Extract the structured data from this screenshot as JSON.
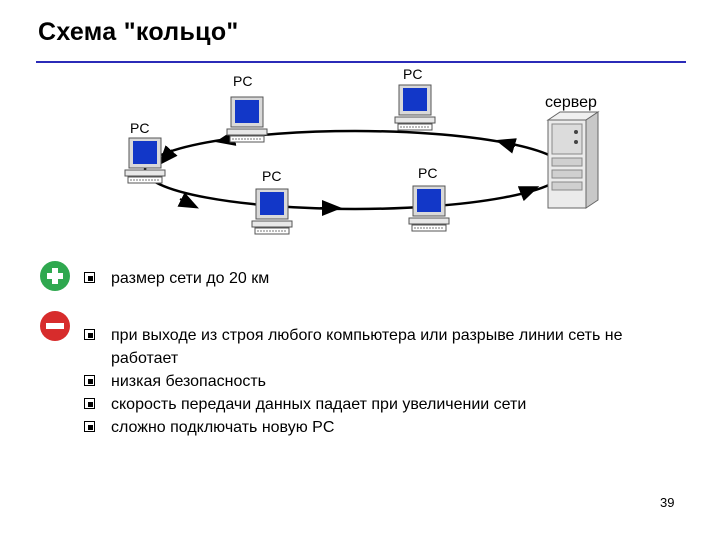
{
  "title": "Схема \"кольцо\"",
  "diagram": {
    "pc_label": "PC",
    "server_label": "сервер",
    "ring_color": "#000000",
    "screen_color": "#1237c8"
  },
  "pros": {
    "icon": "plus-icon",
    "color": "#2fa84f",
    "items": [
      "размер сети до 20 км"
    ]
  },
  "cons": {
    "icon": "minus-icon",
    "color": "#d72c2c",
    "items": [
      "при выходе из строя любого компьютера или разрыве линии сеть не работает",
      "низкая безопасность",
      "скорость передачи данных падает при увеличении сети",
      "сложно подключать новую PC"
    ]
  },
  "page_number": "39"
}
